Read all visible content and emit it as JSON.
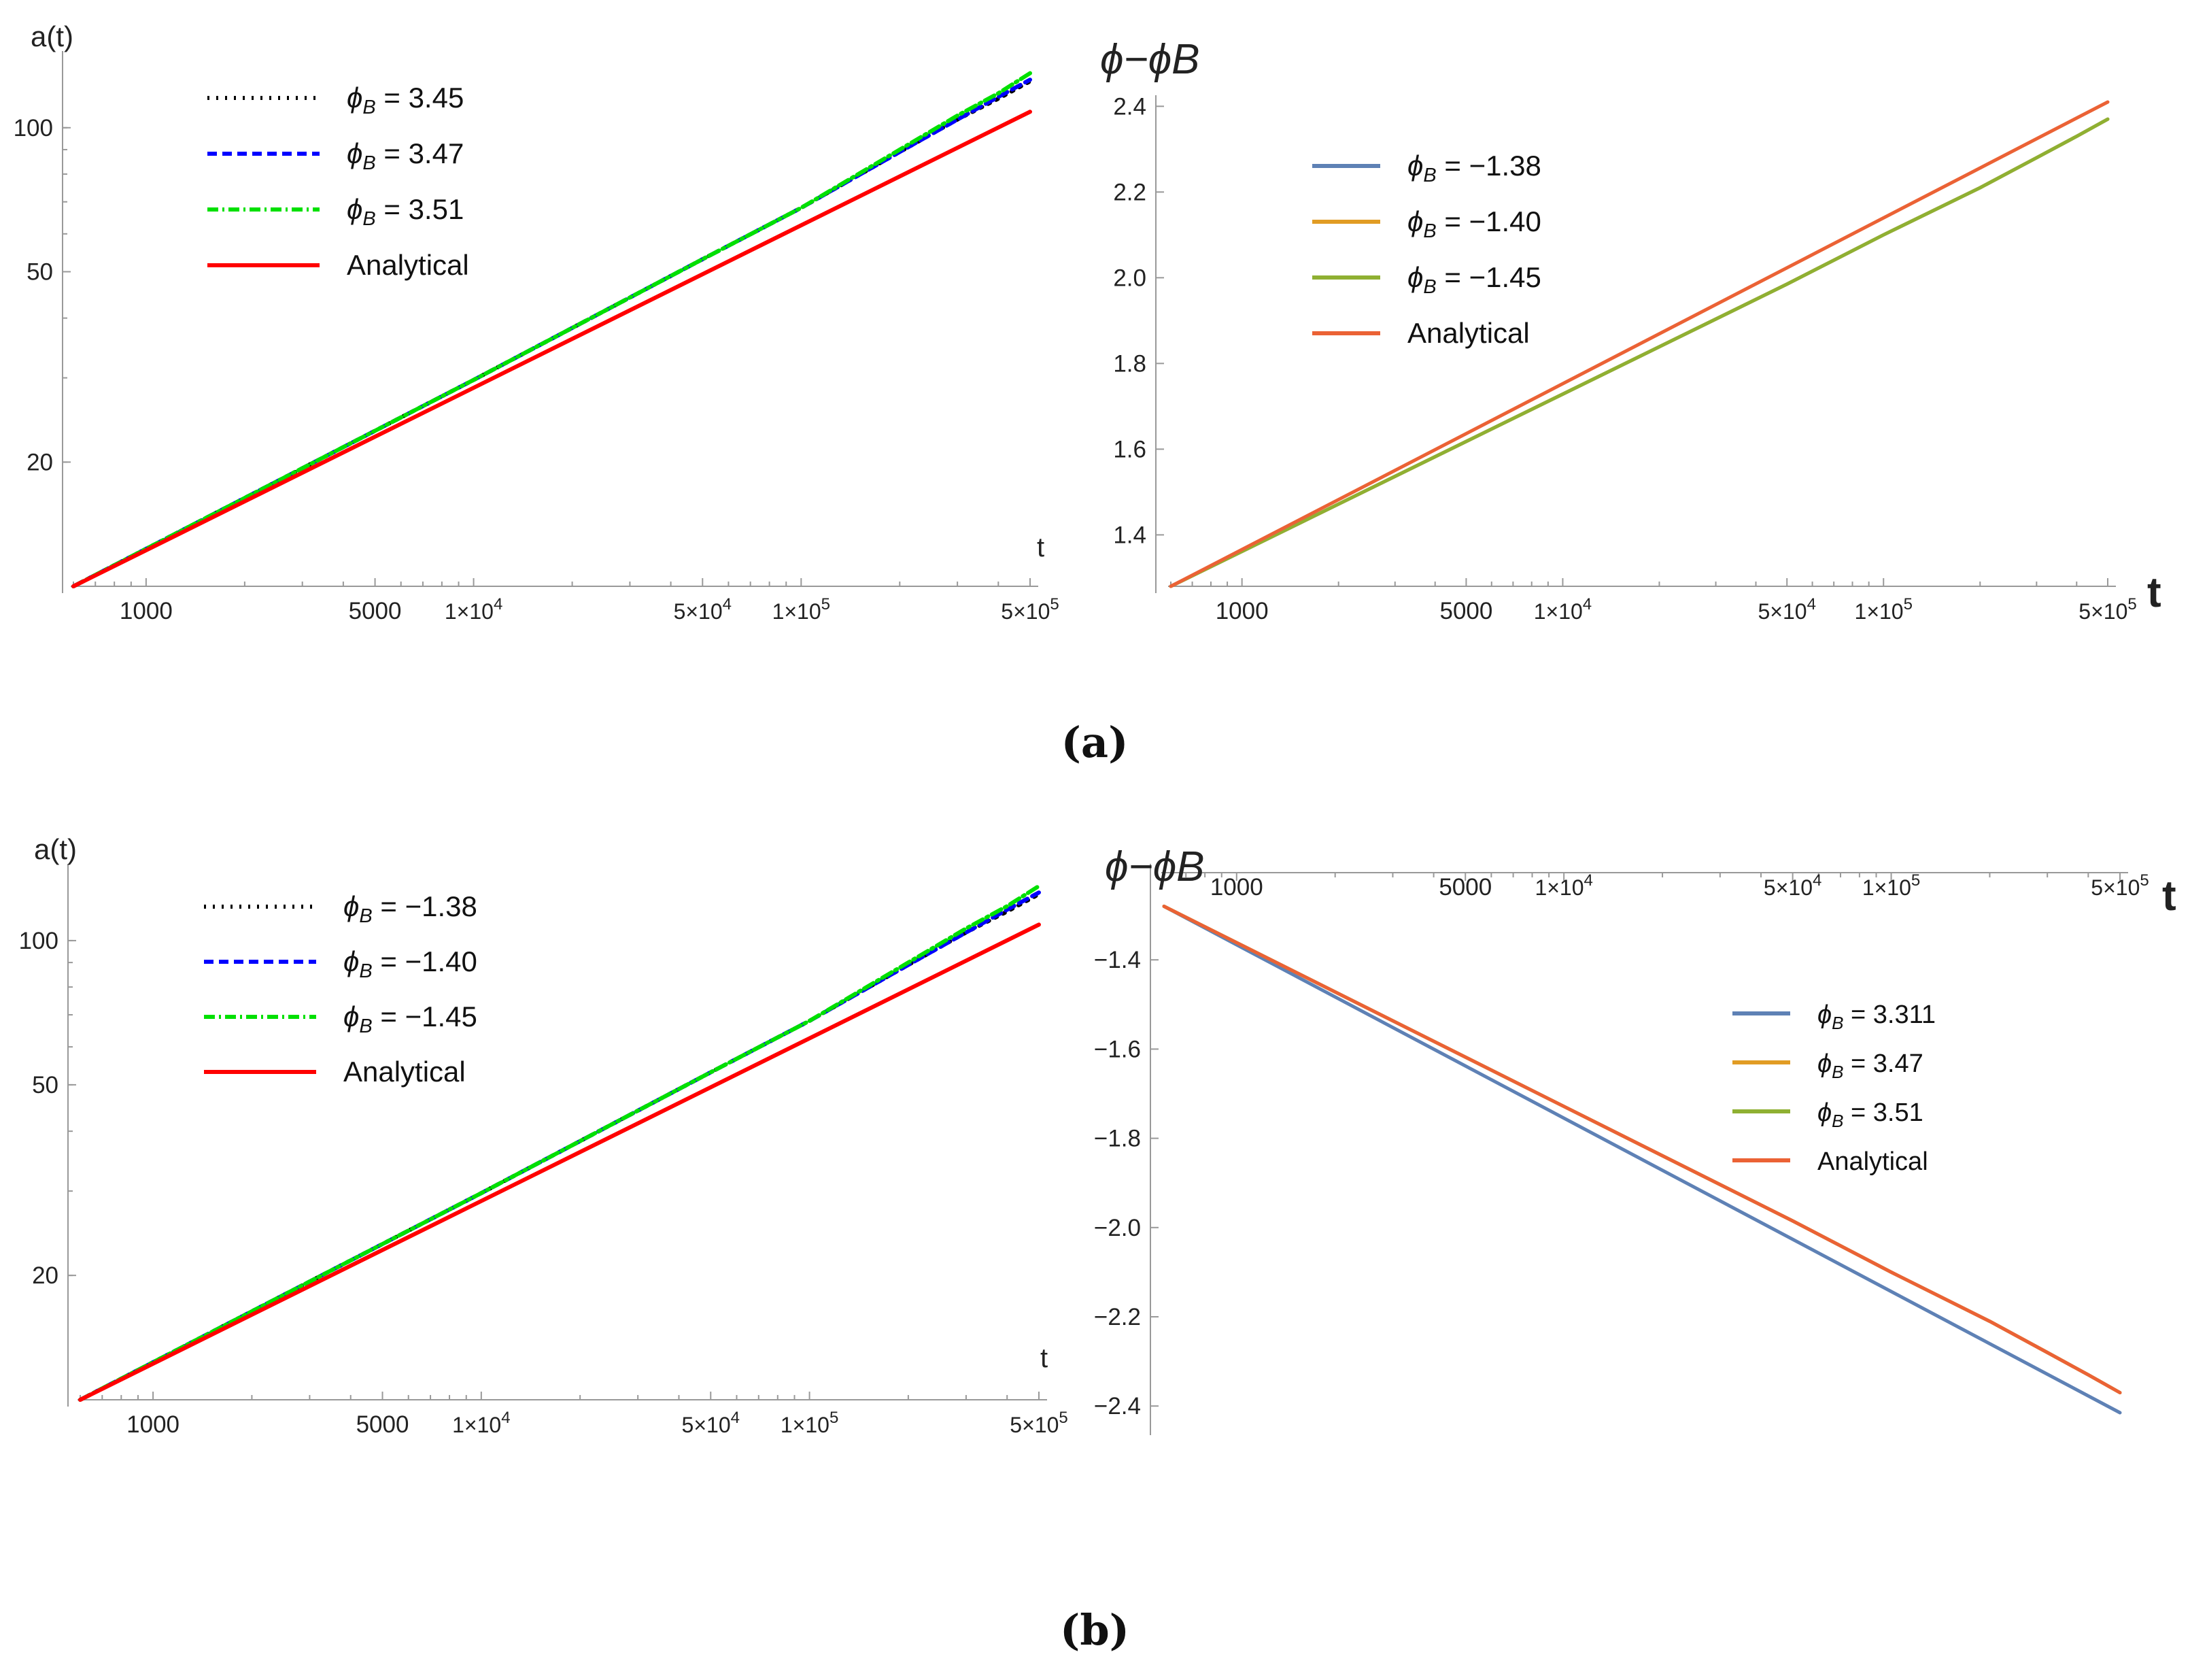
{
  "panel_labels": [
    "(a)",
    "(b)"
  ],
  "chart_data": [
    {
      "type": "line",
      "panel": "a-left",
      "xscale": "log",
      "yscale": "log",
      "xlabel": "t",
      "ylabel": "a(t)",
      "xlim": [
        600,
        500000
      ],
      "ylim": [
        11,
        140
      ],
      "x_ticks": [
        {
          "value": 1000,
          "label": "1000"
        },
        {
          "value": 5000,
          "label": "5000"
        },
        {
          "value": 10000,
          "label": "1×10",
          "exp": "4"
        },
        {
          "value": 50000,
          "label": "5×10",
          "exp": "4"
        },
        {
          "value": 100000,
          "label": "1×10",
          "exp": "5"
        },
        {
          "value": 500000,
          "label": "5×10",
          "exp": "5"
        }
      ],
      "y_ticks": [
        {
          "value": 20,
          "label": "20"
        },
        {
          "value": 50,
          "label": "50"
        },
        {
          "value": 100,
          "label": "100"
        }
      ],
      "legend_position": "top-left",
      "series": [
        {
          "name": "ϕB = 3.45",
          "sym": "ϕ",
          "sub": "B",
          "rest": " = 3.45",
          "color": "#000000",
          "dash": "3,10",
          "x": [
            600,
            10000,
            50000,
            100000,
            200000,
            300000,
            400000,
            500000
          ],
          "y": [
            11,
            29.7,
            53.1,
            68,
            89,
            104,
            115,
            125
          ]
        },
        {
          "name": "ϕB = 3.47",
          "sym": "ϕ",
          "sub": "B",
          "rest": " = 3.47",
          "color": "#0000ff",
          "dash": "14,8",
          "x": [
            600,
            10000,
            50000,
            100000,
            200000,
            300000,
            400000,
            500000
          ],
          "y": [
            11,
            29.7,
            53.1,
            68,
            89,
            104,
            116,
            126
          ]
        },
        {
          "name": "ϕB = 3.51",
          "sym": "ϕ",
          "sub": "B",
          "rest": " = 3.51",
          "color": "#00e000",
          "dash": "16,6,3,6",
          "x": [
            600,
            10000,
            50000,
            100000,
            200000,
            300000,
            400000,
            500000
          ],
          "y": [
            11,
            29.7,
            53.1,
            68,
            90,
            106,
            118,
            130
          ]
        },
        {
          "name": "Analytical",
          "color": "#ff0000",
          "dash": "",
          "x": [
            600,
            500000
          ],
          "y": [
            11,
            108
          ]
        }
      ]
    },
    {
      "type": "line",
      "panel": "a-right",
      "xscale": "log",
      "yscale": "linear",
      "xlabel": "t",
      "ylabel": "ϕ−ϕB",
      "xlim": [
        600,
        500000
      ],
      "ylim": [
        1.28,
        2.41
      ],
      "x_ticks": [
        {
          "value": 1000,
          "label": "1000"
        },
        {
          "value": 5000,
          "label": "5000"
        },
        {
          "value": 10000,
          "label": "1×10",
          "exp": "4"
        },
        {
          "value": 50000,
          "label": "5×10",
          "exp": "4"
        },
        {
          "value": 100000,
          "label": "1×10",
          "exp": "5"
        },
        {
          "value": 500000,
          "label": "5×10",
          "exp": "5"
        }
      ],
      "y_ticks": [
        {
          "value": 1.4,
          "label": "1.4"
        },
        {
          "value": 1.6,
          "label": "1.6"
        },
        {
          "value": 1.8,
          "label": "1.8"
        },
        {
          "value": 2.0,
          "label": "2.0"
        },
        {
          "value": 2.2,
          "label": "2.2"
        },
        {
          "value": 2.4,
          "label": "2.4"
        }
      ],
      "legend_position": "top-left",
      "series": [
        {
          "name": "ϕB = −1.38",
          "sym": "ϕ",
          "sub": "B",
          "rest": " = −1.38",
          "color": "#5e81b5",
          "dash": "",
          "x": [
            600,
            50000,
            100000,
            200000,
            300000,
            400000,
            500000
          ],
          "y": [
            1.28,
            1.985,
            2.1,
            2.21,
            2.28,
            2.33,
            2.37
          ]
        },
        {
          "name": "ϕB = −1.40",
          "sym": "ϕ",
          "sub": "B",
          "rest": " = −1.40",
          "color": "#e19c24",
          "dash": "",
          "x": [
            600,
            50000,
            100000,
            200000,
            300000,
            400000,
            500000
          ],
          "y": [
            1.28,
            1.985,
            2.1,
            2.21,
            2.28,
            2.33,
            2.37
          ]
        },
        {
          "name": "ϕB = −1.45",
          "sym": "ϕ",
          "sub": "B",
          "rest": " = −1.45",
          "color": "#8fb032",
          "dash": "",
          "x": [
            600,
            50000,
            100000,
            200000,
            300000,
            400000,
            500000
          ],
          "y": [
            1.28,
            1.985,
            2.1,
            2.21,
            2.28,
            2.33,
            2.37
          ]
        },
        {
          "name": "Analytical",
          "color": "#eb6235",
          "dash": "",
          "x": [
            600,
            500000
          ],
          "y": [
            1.28,
            2.41
          ]
        }
      ]
    },
    {
      "type": "line",
      "panel": "b-left",
      "xscale": "log",
      "yscale": "log",
      "xlabel": "t",
      "ylabel": "a(t)",
      "xlim": [
        600,
        500000
      ],
      "ylim": [
        11,
        140
      ],
      "x_ticks": [
        {
          "value": 1000,
          "label": "1000"
        },
        {
          "value": 5000,
          "label": "5000"
        },
        {
          "value": 10000,
          "label": "1×10",
          "exp": "4"
        },
        {
          "value": 50000,
          "label": "5×10",
          "exp": "4"
        },
        {
          "value": 100000,
          "label": "1×10",
          "exp": "5"
        },
        {
          "value": 500000,
          "label": "5×10",
          "exp": "5"
        }
      ],
      "y_ticks": [
        {
          "value": 20,
          "label": "20"
        },
        {
          "value": 50,
          "label": "50"
        },
        {
          "value": 100,
          "label": "100"
        }
      ],
      "legend_position": "top-left",
      "series": [
        {
          "name": "ϕB = −1.38",
          "sym": "ϕ",
          "sub": "B",
          "rest": " = −1.38",
          "color": "#000000",
          "dash": "3,10",
          "x": [
            600,
            10000,
            50000,
            100000,
            200000,
            300000,
            400000,
            500000
          ],
          "y": [
            11,
            29.7,
            53.1,
            68,
            89,
            104,
            115,
            125
          ]
        },
        {
          "name": "ϕB = −1.40",
          "sym": "ϕ",
          "sub": "B",
          "rest": " = −1.40",
          "color": "#0000ff",
          "dash": "14,8",
          "x": [
            600,
            10000,
            50000,
            100000,
            200000,
            300000,
            400000,
            500000
          ],
          "y": [
            11,
            29.7,
            53.1,
            68,
            89,
            104,
            116,
            126
          ]
        },
        {
          "name": "ϕB = −1.45",
          "sym": "ϕ",
          "sub": "B",
          "rest": " = −1.45",
          "color": "#00e000",
          "dash": "16,6,3,6",
          "x": [
            600,
            10000,
            50000,
            100000,
            200000,
            300000,
            400000,
            500000
          ],
          "y": [
            11,
            29.7,
            53.1,
            68,
            90,
            106,
            118,
            130
          ]
        },
        {
          "name": "Analytical",
          "color": "#ff0000",
          "dash": "",
          "x": [
            600,
            500000
          ],
          "y": [
            11,
            108
          ]
        }
      ]
    },
    {
      "type": "line",
      "panel": "b-right",
      "xscale": "log",
      "yscale": "linear",
      "xlabel": "t",
      "ylabel": "ϕ−ϕB",
      "xlim": [
        600,
        500000
      ],
      "ylim": [
        -2.45,
        -1.2
      ],
      "x_axis_at": -1.2,
      "x_ticks": [
        {
          "value": 1000,
          "label": "1000"
        },
        {
          "value": 5000,
          "label": "5000"
        },
        {
          "value": 10000,
          "label": "1×10",
          "exp": "4"
        },
        {
          "value": 50000,
          "label": "5×10",
          "exp": "4"
        },
        {
          "value": 100000,
          "label": "1×10",
          "exp": "5"
        },
        {
          "value": 500000,
          "label": "5×10",
          "exp": "5"
        }
      ],
      "y_ticks": [
        {
          "value": -1.4,
          "label": "−1.4"
        },
        {
          "value": -1.6,
          "label": "−1.6"
        },
        {
          "value": -1.8,
          "label": "−1.8"
        },
        {
          "value": -2.0,
          "label": "−2.0"
        },
        {
          "value": -2.2,
          "label": "−2.2"
        },
        {
          "value": -2.4,
          "label": "−2.4"
        }
      ],
      "legend_position": "center-right",
      "series": [
        {
          "name": "ϕB = 3.311",
          "sym": "ϕ",
          "sub": "B",
          "rest": " = 3.311",
          "color": "#5e81b5",
          "dash": "",
          "x": [
            600,
            500000
          ],
          "y": [
            -1.28,
            -2.415
          ]
        },
        {
          "name": "ϕB = 3.47",
          "sym": "ϕ",
          "sub": "B",
          "rest": " = 3.47",
          "color": "#e19c24",
          "dash": "",
          "x": [
            600,
            50000,
            100000,
            200000,
            300000,
            400000,
            500000
          ],
          "y": [
            -1.28,
            -1.985,
            -2.1,
            -2.21,
            -2.28,
            -2.33,
            -2.37
          ]
        },
        {
          "name": "ϕB = 3.51",
          "sym": "ϕ",
          "sub": "B",
          "rest": " = 3.51",
          "color": "#8fb032",
          "dash": "",
          "x": [
            600,
            50000,
            100000,
            200000,
            300000,
            400000,
            500000
          ],
          "y": [
            -1.28,
            -1.985,
            -2.1,
            -2.21,
            -2.28,
            -2.33,
            -2.37
          ]
        },
        {
          "name": "Analytical",
          "color": "#eb6235",
          "dash": "",
          "x": [
            600,
            50000,
            100000,
            200000,
            300000,
            400000,
            500000
          ],
          "y": [
            -1.28,
            -1.985,
            -2.1,
            -2.21,
            -2.28,
            -2.33,
            -2.37
          ]
        }
      ]
    }
  ]
}
